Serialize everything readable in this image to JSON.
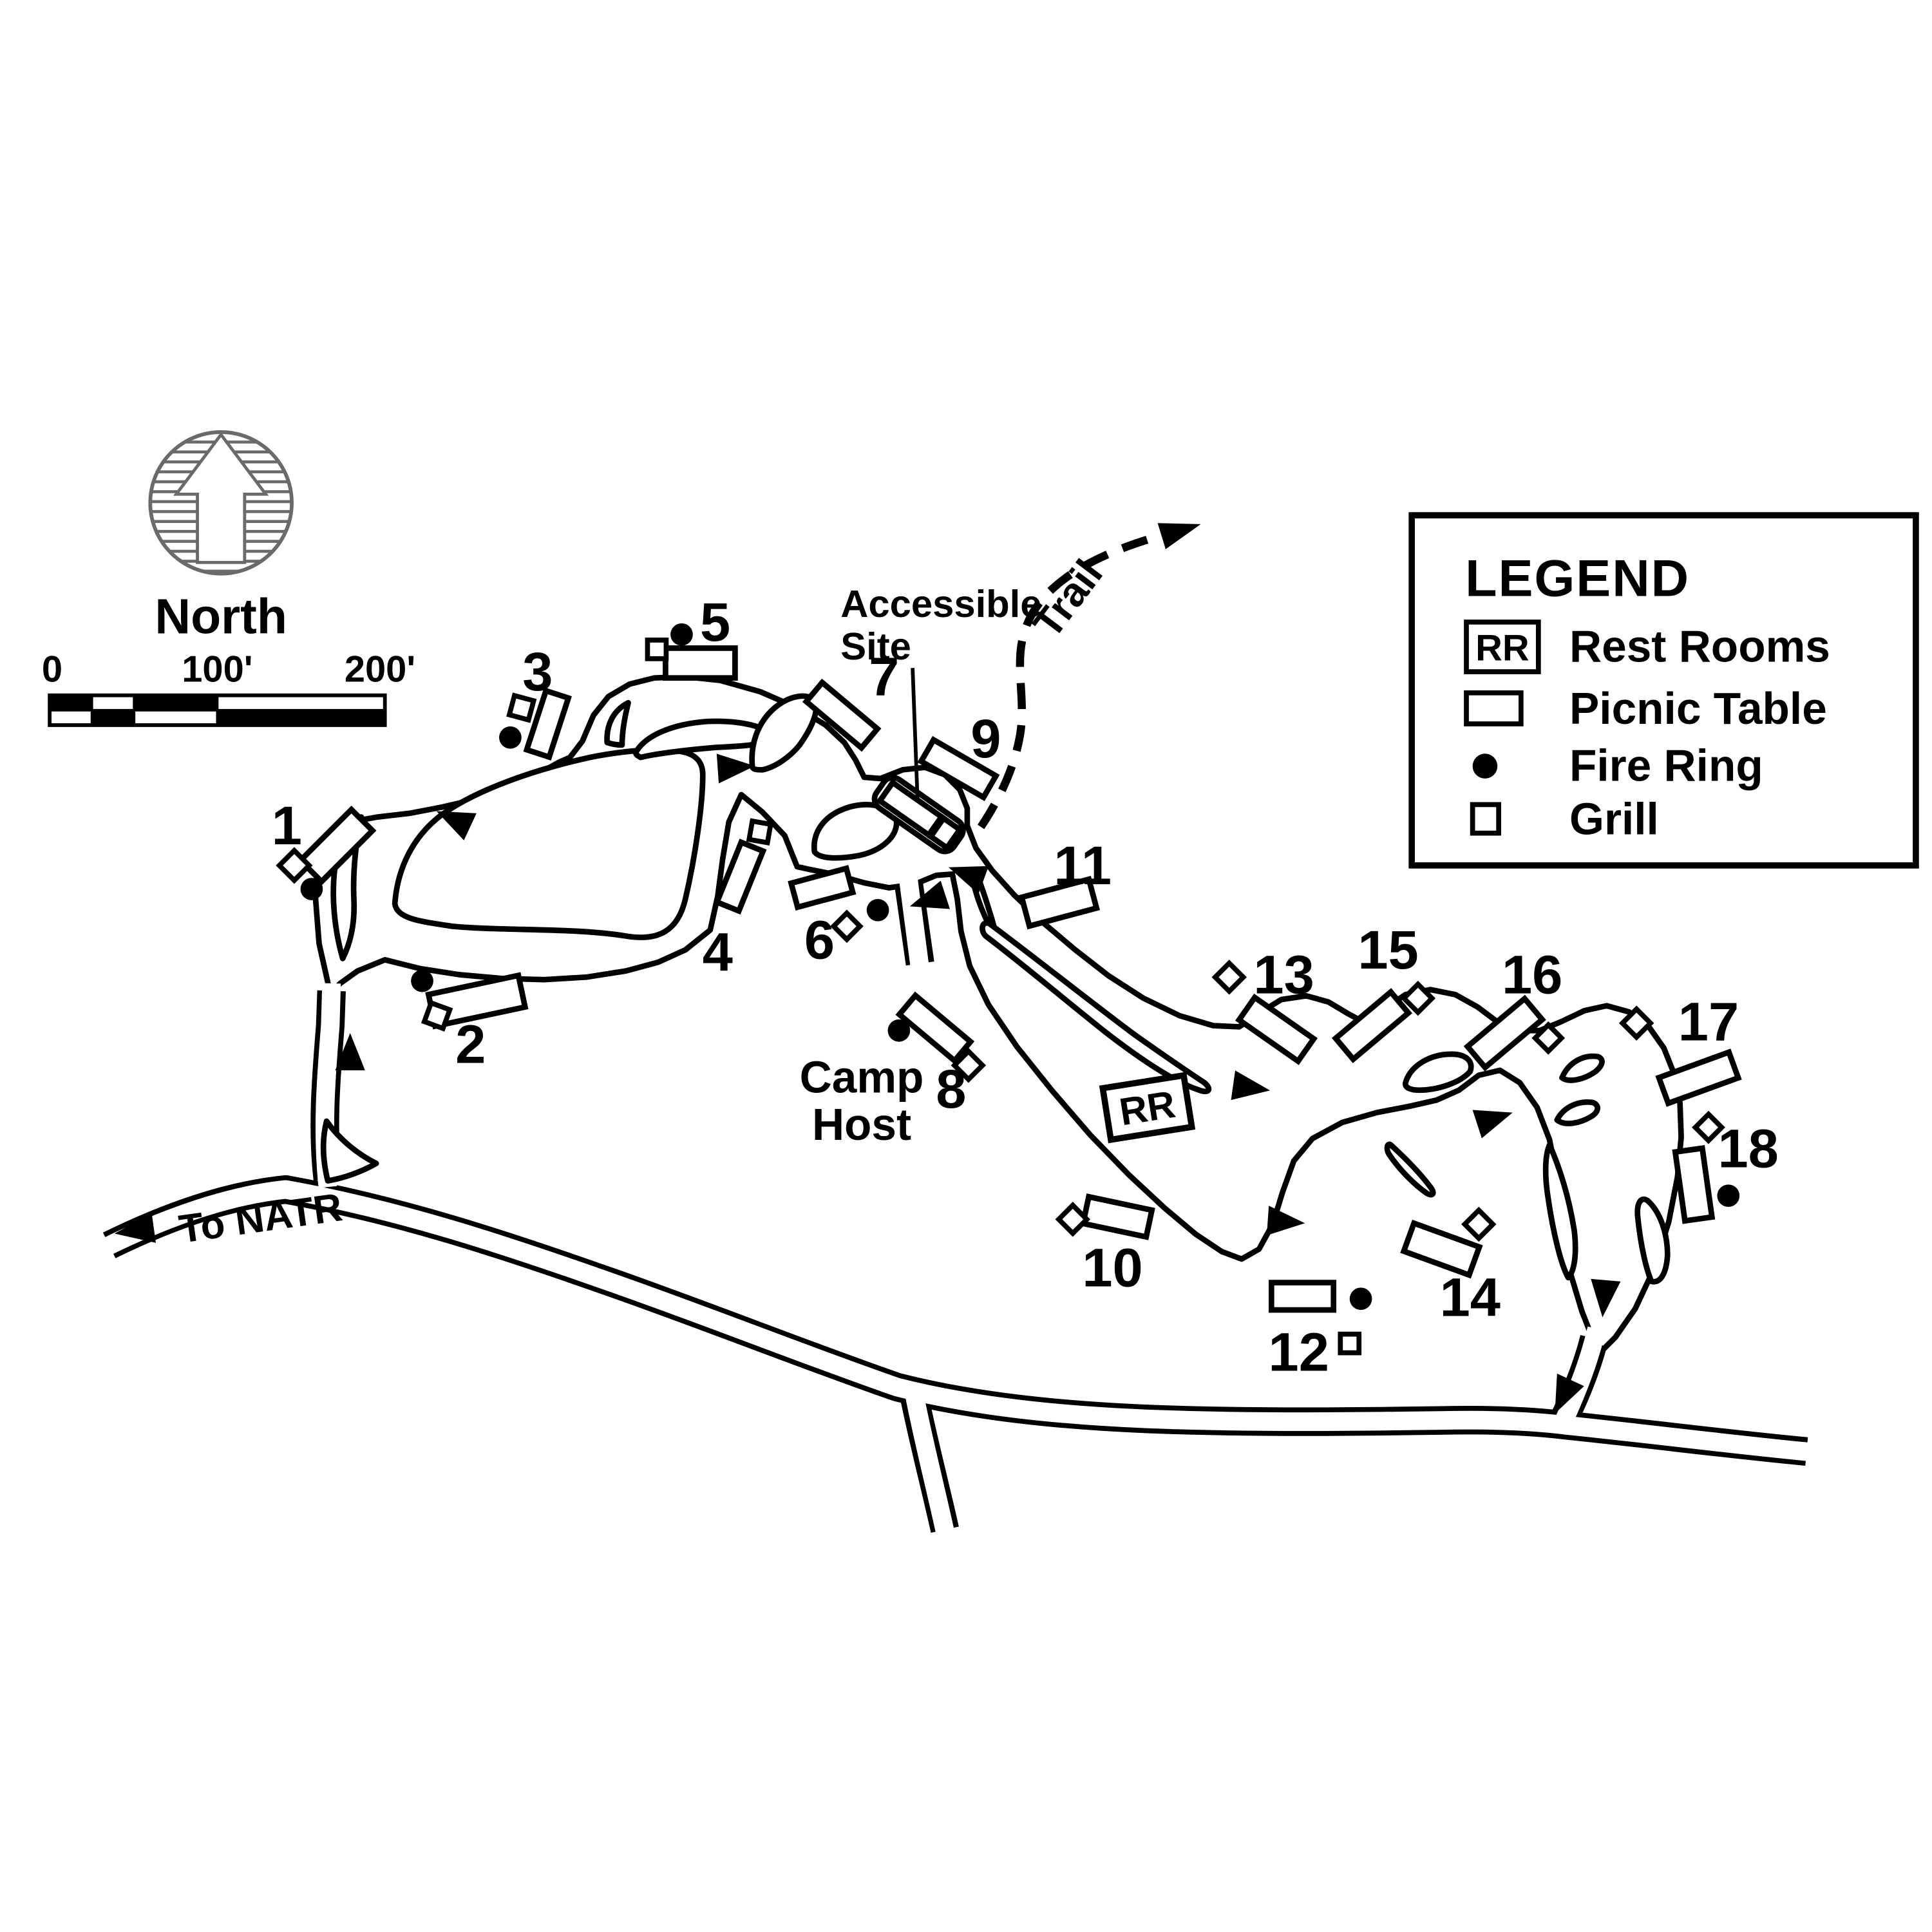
{
  "north": {
    "label": "North"
  },
  "scale_bar": {
    "tick_labels": [
      "0",
      "100'",
      "200'"
    ]
  },
  "legend": {
    "title": "LEGEND",
    "items": [
      {
        "icon": "restrooms-symbol",
        "symbol_text": "RR",
        "label": "Rest Rooms"
      },
      {
        "icon": "picnic-table-symbol",
        "label": "Picnic Table"
      },
      {
        "icon": "fire-ring-symbol",
        "label": "Fire Ring"
      },
      {
        "icon": "grill-symbol",
        "label": "Grill"
      }
    ]
  },
  "map_labels": {
    "accessible_site_line1": "Accessible",
    "accessible_site_line2": "Site",
    "trail": "Trail",
    "camp_host_line1": "Camp",
    "camp_host_line2": "Host",
    "to_natr": "To NATR",
    "restrooms": "RR"
  },
  "sites": [
    {
      "num": "1",
      "features": [
        "picnic-table",
        "grill",
        "fire-ring"
      ]
    },
    {
      "num": "2",
      "features": [
        "picnic-table",
        "grill",
        "fire-ring"
      ]
    },
    {
      "num": "3",
      "features": [
        "picnic-table",
        "grill",
        "fire-ring"
      ]
    },
    {
      "num": "4",
      "features": [
        "picnic-table",
        "grill"
      ]
    },
    {
      "num": "5",
      "features": [
        "picnic-table",
        "grill",
        "fire-ring"
      ]
    },
    {
      "num": "6",
      "features": [
        "picnic-table",
        "grill",
        "fire-ring"
      ]
    },
    {
      "num": "7",
      "features": [
        "picnic-table"
      ]
    },
    {
      "num": "8",
      "features": [
        "picnic-table",
        "grill",
        "fire-ring"
      ]
    },
    {
      "num": "9",
      "features": [
        "picnic-table"
      ]
    },
    {
      "num": "10",
      "features": [
        "picnic-table",
        "grill"
      ]
    },
    {
      "num": "11",
      "features": [
        "picnic-table"
      ]
    },
    {
      "num": "12",
      "features": [
        "picnic-table",
        "grill",
        "fire-ring"
      ]
    },
    {
      "num": "13",
      "features": [
        "picnic-table",
        "grill"
      ]
    },
    {
      "num": "14",
      "features": [
        "picnic-table",
        "grill"
      ]
    },
    {
      "num": "15",
      "features": [
        "picnic-table",
        "grill"
      ]
    },
    {
      "num": "16",
      "features": [
        "picnic-table",
        "grill"
      ]
    },
    {
      "num": "17",
      "features": [
        "picnic-table",
        "grill"
      ]
    },
    {
      "num": "18",
      "features": [
        "picnic-table",
        "grill",
        "fire-ring"
      ]
    }
  ],
  "colors": {
    "ink": "#000000",
    "north_hatch": "#6a6a6a",
    "background": "#ffffff"
  }
}
